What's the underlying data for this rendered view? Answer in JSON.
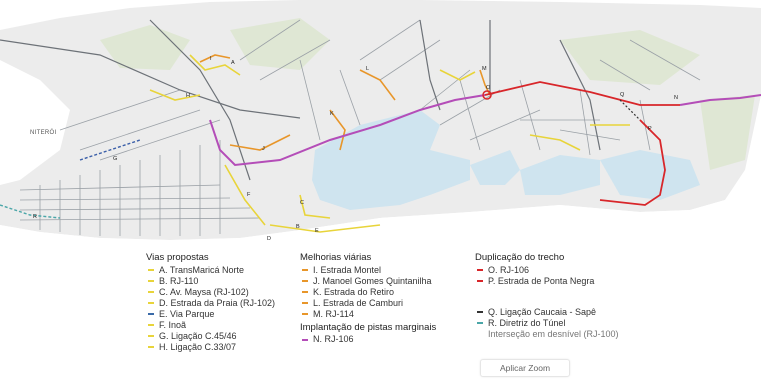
{
  "map": {
    "labels": {
      "city": "NITERÓI",
      "routes": [
        "A",
        "B",
        "C",
        "D",
        "E",
        "F",
        "G",
        "H",
        "I",
        "J",
        "K",
        "L",
        "M",
        "N",
        "O",
        "P",
        "Q",
        "R"
      ]
    },
    "colors": {
      "land": "#ececec",
      "water": "#cfe4ef",
      "park": "#dfe7d4",
      "roads": "#8a8f96",
      "yellow_routes": "#e8d43a",
      "orange_routes": "#e8962a",
      "purple_route": "#b44db8",
      "red_route": "#d8262a",
      "blue_route": "#3858a8",
      "teal_route": "#4aa6a8"
    }
  },
  "legend": {
    "col1": {
      "title": "Vias propostas",
      "items": [
        {
          "label": "A. TransMaricá Norte",
          "color": "#e8d43a",
          "style": "solid"
        },
        {
          "label": "B. RJ-110",
          "color": "#e8d43a",
          "style": "solid"
        },
        {
          "label": "C. Av. Maysa (RJ-102)",
          "color": "#e8d43a",
          "style": "solid"
        },
        {
          "label": "D. Estrada da Praia (RJ-102)",
          "color": "#e8d43a",
          "style": "solid"
        },
        {
          "label": "E. Via Parque",
          "color": "#3a6aa8",
          "style": "dashed"
        },
        {
          "label": "F. Inoã",
          "color": "#e8d43a",
          "style": "solid"
        },
        {
          "label": "G. Ligação C.45/46",
          "color": "#e8d43a",
          "style": "solid"
        },
        {
          "label": "H. Ligação C.33/07",
          "color": "#e8d43a",
          "style": "solid"
        }
      ]
    },
    "col2": {
      "title": "Melhorias viárias",
      "items": [
        {
          "label": "I. Estrada Montel",
          "color": "#e8962a",
          "style": "solid"
        },
        {
          "label": "J. Manoel Gomes Quintanilha",
          "color": "#e8962a",
          "style": "solid"
        },
        {
          "label": "K. Estrada do Retiro",
          "color": "#e8962a",
          "style": "solid"
        },
        {
          "label": "L. Estrada de Camburi",
          "color": "#e8962a",
          "style": "solid"
        },
        {
          "label": "M. RJ-114",
          "color": "#e8962a",
          "style": "solid"
        }
      ],
      "title2": "Implantação de pistas marginais",
      "items2": [
        {
          "label": "N. RJ-106",
          "color": "#b44db8",
          "style": "solid"
        }
      ]
    },
    "col3": {
      "title": "Duplicação do trecho",
      "items": [
        {
          "label": "O. RJ-106",
          "color": "#d8262a",
          "style": "solid"
        },
        {
          "label": "P. Estrada de Ponta Negra",
          "color": "#d8262a",
          "style": "solid"
        }
      ],
      "items2": [
        {
          "label": "Q. Ligação Caucaia - Sapê",
          "color": "#333333",
          "style": "dashed"
        },
        {
          "label": "R. Diretriz do Túnel",
          "color": "#4aa6a8",
          "style": "dashed"
        },
        {
          "label": "Interseção em desnível (RJ-100)",
          "color": "#ffffff",
          "style": "none"
        }
      ]
    }
  },
  "zoom_button": {
    "label": "Aplicar Zoom"
  }
}
